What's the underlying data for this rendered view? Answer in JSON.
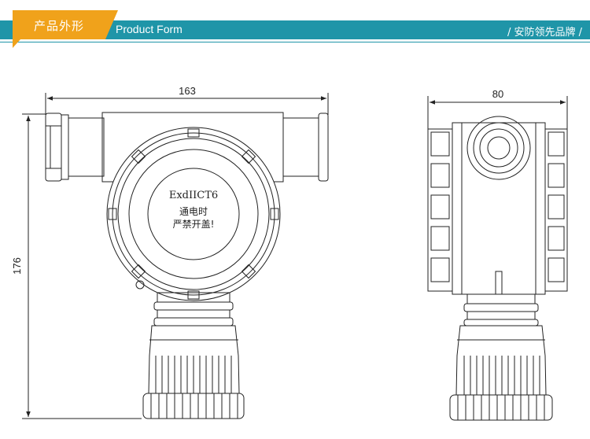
{
  "header": {
    "section_title": "产品外形",
    "section_subtitle": "Product Form",
    "slogan": "/ 安防领先品牌 /"
  },
  "colors": {
    "banner": "#1f95a8",
    "tag": "#f0a21b",
    "line": "#222222"
  },
  "drawing": {
    "front_view": {
      "width_dimension": "163",
      "height_dimension": "176",
      "marking": "ExdIICT6",
      "warning_line1": "通电时",
      "warning_line2": "严禁开盖!"
    },
    "side_view": {
      "width_dimension": "80"
    }
  }
}
